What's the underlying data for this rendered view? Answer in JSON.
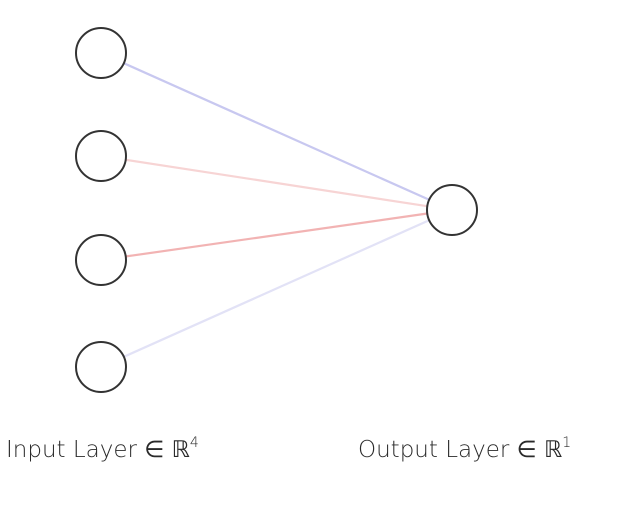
{
  "diagram": {
    "type": "neural-network",
    "layers": [
      {
        "id": "input",
        "label": "Input Layer ∈ ℝ",
        "dimension": "4",
        "nodes": 4
      },
      {
        "id": "output",
        "label": "Output Layer ∈ ℝ",
        "dimension": "1",
        "nodes": 1
      }
    ],
    "edges": [
      {
        "from": 0,
        "to": 0,
        "color": "#c8c8f0"
      },
      {
        "from": 1,
        "to": 0,
        "color": "#f7d4d4"
      },
      {
        "from": 2,
        "to": 0,
        "color": "#f2b3b3"
      },
      {
        "from": 3,
        "to": 0,
        "color": "#e2e2f6"
      }
    ],
    "node_stroke": "#333333",
    "node_fill": "#ffffff"
  }
}
